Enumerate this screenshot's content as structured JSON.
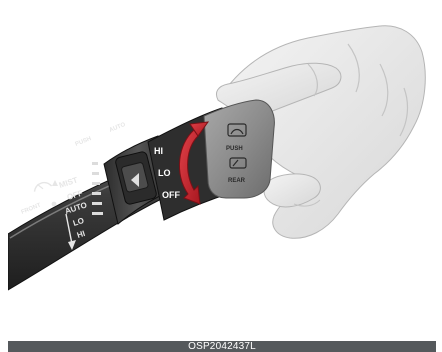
{
  "caption": "OSP2042437L",
  "stalk_labels": {
    "mist": "MIST",
    "off": "OFF",
    "auto": "AUTO",
    "lo": "LO",
    "hi": "HI",
    "front": "FRONT",
    "push_small": "PUSH",
    "auto_top": "AUTO"
  },
  "switch_labels": {
    "hi": "HI",
    "lo": "LO",
    "off": "OFF"
  },
  "button_labels": {
    "push": "PUSH",
    "rear": "REAR"
  },
  "colors": {
    "rotation_arrow": "#c8202a",
    "stalk_body": "#3a3a3a",
    "caption_bar": "#55595c",
    "glove": "#e8e8e8"
  },
  "icons": [
    "front-wiper-icon",
    "rear-wiper-icon",
    "wiper-fluid-icon",
    "rotation-arrow-icon",
    "down-arrow-icon"
  ]
}
